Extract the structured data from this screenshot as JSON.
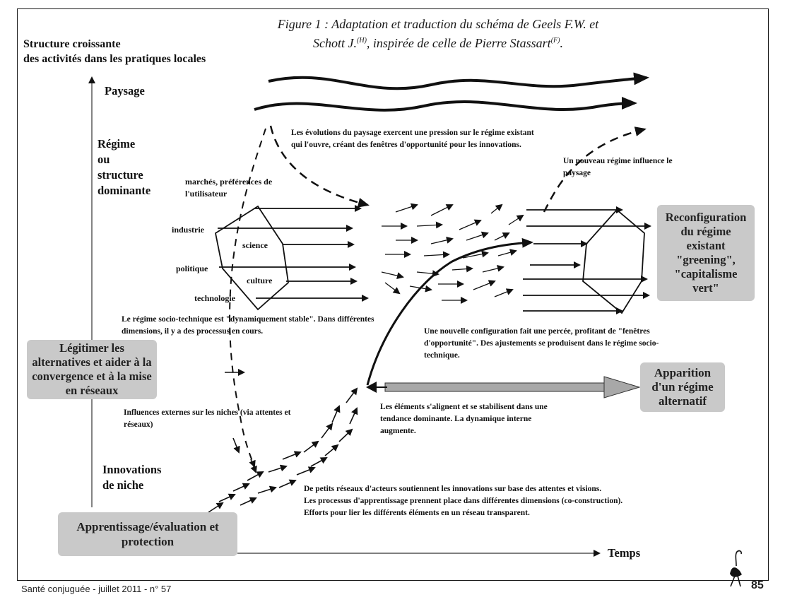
{
  "figure": {
    "caption_line1": "Figure 1 : Adaptation et traduction du schéma de Geels F.W. et",
    "caption_line2_prefix": "Schott J.",
    "caption_ref_h": "(H)",
    "caption_line2_middle": ", inspirée de celle de Pierre Stassart",
    "caption_ref_f": "(F)",
    "caption_line2_end": "."
  },
  "axes": {
    "y_title_line1": "Structure croissante",
    "y_title_line2": "des activités dans les pratiques locales",
    "x_title": "Temps"
  },
  "levels": {
    "paysage": "Paysage",
    "regime_line1": "Régime",
    "regime_line2": "ou",
    "regime_line3": "structure",
    "regime_line4": "dominante",
    "niche_line1": "Innovations",
    "niche_line2": "de niche"
  },
  "regime_dimensions": {
    "marches_line1": "marchés, préférences de",
    "marches_line2": "l'utilisateur",
    "industrie": "industrie",
    "science": "science",
    "politique": "politique",
    "culture": "culture",
    "technologie": "technologie"
  },
  "notes": {
    "paysage_pressure": "Les évolutions du paysage exercent une pression sur le régime existant qui l'ouvre, créant des fenêtres d'opportunité pour les innovations.",
    "new_regime_influence": "Un nouveau régime influence le paysage",
    "dynamically_stable": "Le régime socio-technique est \"dynamiquement stable\". Dans différentes dimensions, il y a des processus en cours.",
    "breakthrough": "Une nouvelle configuration fait une percée, profitant de \"fenêtres d'opportunité\". Des ajustements se produisent dans le régime socio-technique.",
    "align_stabilize": "Les éléments s'alignent et se stabilisent dans une tendance dominante. La dynamique interne augmente.",
    "external_influences": "Influences externes sur les niches (via attentes et réseaux)",
    "niche_line1": "De petits réseaux d'acteurs soutiennent les innovations sur base des attentes et visions.",
    "niche_line2": "Les processus d'apprentissage prennent place dans différentes dimensions (co-construction).",
    "niche_line3": "Efforts pour lier les différents éléments en un réseau transparent."
  },
  "boxes": {
    "reconfiguration": "Reconfiguration du régime existant \"greening\", \"capitalisme vert\"",
    "legitimer": "Légitimer les alternatives et aider à la convergence et à la mise en réseaux",
    "apparition": "Apparition d'un régime alternatif",
    "apprentissage": "Apprentissage/évaluation et protection"
  },
  "footer": {
    "publication": "Santé conjuguée - juillet 2011 - n° 57",
    "page_number": "85"
  },
  "colors": {
    "box_fill": "#c9c9c9",
    "ink": "#111111",
    "gray_arrow": "#a8a8a8"
  }
}
